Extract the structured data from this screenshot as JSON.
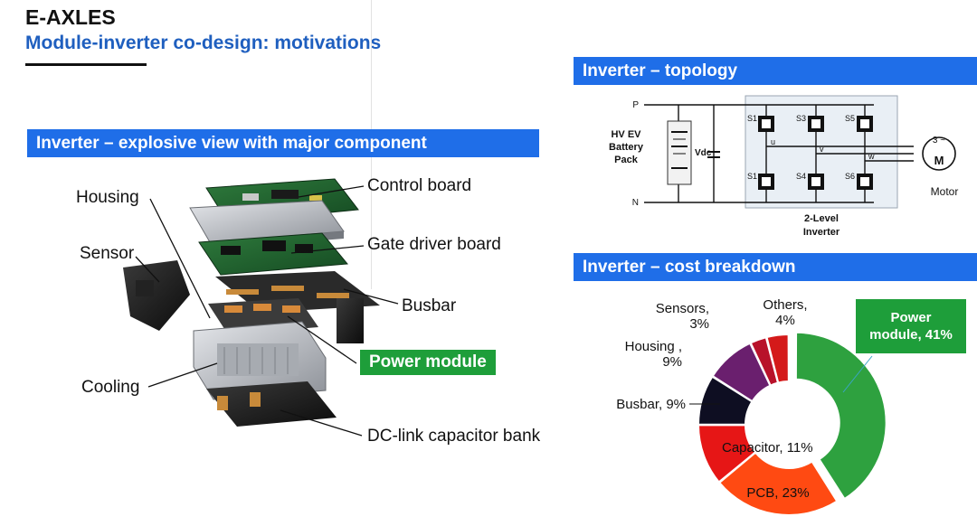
{
  "slide": {
    "title": "E-AXLES",
    "subtitle": "Module-inverter co-design: motivations"
  },
  "explosive_view": {
    "header": "Inverter – explosive view with major component",
    "labels": {
      "housing": "Housing",
      "sensor": "Sensor",
      "cooling": "Cooling",
      "control_board": "Control board",
      "gate_driver_board": "Gate driver board",
      "busbar": "Busbar",
      "power_module": "Power module",
      "dc_link": "DC-link capacitor bank"
    }
  },
  "topology": {
    "header": "Inverter – topology",
    "labels": {
      "p": "P",
      "n": "N",
      "battery_line1": "HV EV",
      "battery_line2": "Battery",
      "battery_line3": "Pack",
      "vdc": "Vdc",
      "s1_top": "S1",
      "s3": "S3",
      "s5": "S5",
      "s1_bottom": "S1",
      "s4": "S4",
      "s6": "S6",
      "u": "u",
      "v": "v",
      "w": "w",
      "inverter_line1": "2-Level",
      "inverter_line2": "Inverter",
      "motor": "Motor",
      "motor_phase": "3 ~",
      "motor_m": "M"
    }
  },
  "cost": {
    "header": "Inverter – cost breakdown"
  },
  "chart_data": {
    "type": "pie",
    "title": "Inverter – cost breakdown",
    "categories": [
      "Power module",
      "PCB",
      "Capacitor",
      "Busbar",
      "Housing",
      "Sensors",
      "Others"
    ],
    "values": [
      41,
      23,
      11,
      9,
      9,
      3,
      4
    ],
    "colors": [
      "#2ea13f",
      "#ff4a12",
      "#e61616",
      "#0e0e22",
      "#6a1f6e",
      "#b8122a",
      "#d41a1a"
    ],
    "labels": [
      {
        "lines": [
          "Power",
          "module, 41%"
        ]
      },
      {
        "lines": [
          "PCB, 23%"
        ]
      },
      {
        "lines": [
          "Capacitor, 11%"
        ]
      },
      {
        "lines": [
          "Busbar, 9%"
        ]
      },
      {
        "lines": [
          "Housing ,",
          "9%"
        ]
      },
      {
        "lines": [
          "Sensors,",
          "3%"
        ]
      },
      {
        "lines": [
          "Others,",
          "4%"
        ]
      }
    ]
  }
}
